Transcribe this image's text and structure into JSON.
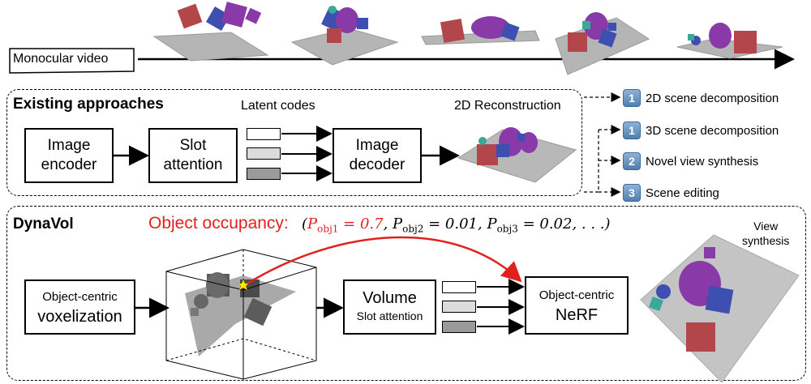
{
  "top": {
    "video_label": "Monocular video"
  },
  "existing": {
    "title": "Existing approaches",
    "latent_label": "Latent codes",
    "recon_label": "2D Reconstruction",
    "encoder": [
      "Image",
      "encoder"
    ],
    "slot": [
      "Slot",
      "attention"
    ],
    "decoder": [
      "Image",
      "decoder"
    ]
  },
  "tasks": [
    {
      "num": "1",
      "label": "2D scene decomposition"
    },
    {
      "num": "1",
      "label": "3D scene decomposition"
    },
    {
      "num": "2",
      "label": "Novel view synthesis"
    },
    {
      "num": "3",
      "label": "Scene editing"
    }
  ],
  "dynavol": {
    "title": "DynaVol",
    "occupancy_label": "Object occupancy:",
    "occupancy_formula": "(P_obj1 = 0.7, P_obj2 = 0.01, P_obj3 = 0.02, ...)",
    "view_synthesis": [
      "View",
      "synthesis"
    ],
    "voxel": [
      "Object-centric",
      "voxelization"
    ],
    "volume": [
      "Volume",
      "Slot attention"
    ],
    "nerf": [
      "Object-centric",
      "NeRF"
    ]
  },
  "colors": {
    "red": "#e0211d",
    "badge": "#5a88b8",
    "cube_red": "#b3464a",
    "cube_blue": "#3d4fb0",
    "purple": "#8a3aa8",
    "teal": "#3aa89a"
  }
}
